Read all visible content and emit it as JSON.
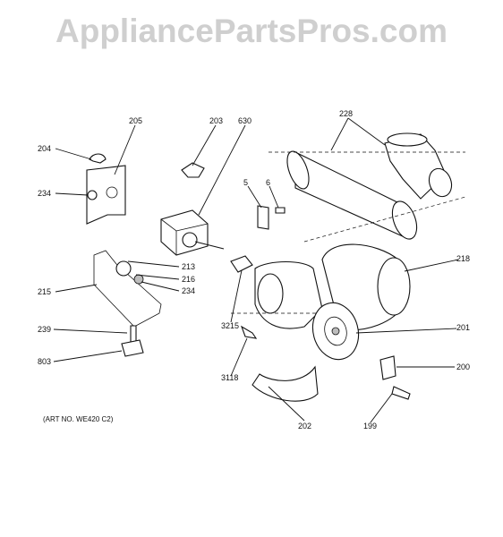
{
  "watermark": "AppliancePartsPros.com",
  "art_note": "(ART NO. WE420 C2)",
  "callouts": {
    "p205": "205",
    "p203": "203",
    "p630": "630",
    "p228": "228",
    "p204": "204",
    "p234a": "234",
    "p5": "5",
    "p6": "6",
    "p213": "213",
    "p216": "216",
    "p234b": "234",
    "p215": "215",
    "p218": "218",
    "p3215": "3215",
    "p201": "201",
    "p239": "239",
    "p803": "803",
    "p3118": "3118",
    "p200": "200",
    "p202": "202",
    "p199": "199"
  }
}
